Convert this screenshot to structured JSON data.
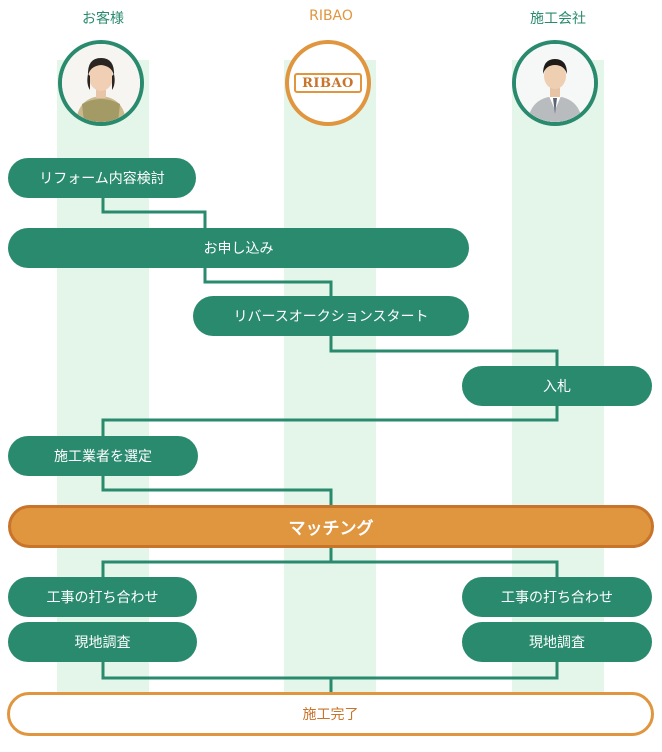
{
  "columns": {
    "customer": "お客様",
    "ribao": "RIBAO",
    "contractor": "施工会社"
  },
  "logo_text": "RIBAO",
  "steps": {
    "reform": "リフォーム内容検討",
    "apply": "お申し込み",
    "auction": "リバースオークションスタート",
    "bid": "入札",
    "select": "施工業者を選定",
    "matching": "マッチング",
    "meeting_left": "工事の打ち合わせ",
    "meeting_right": "工事の打ち合わせ",
    "survey_left": "現地調査",
    "survey_right": "現地調査",
    "complete": "施工完了"
  },
  "colors": {
    "green": "#2a8a6e",
    "orange": "#e0953f",
    "lane": "#e3f6e9"
  }
}
